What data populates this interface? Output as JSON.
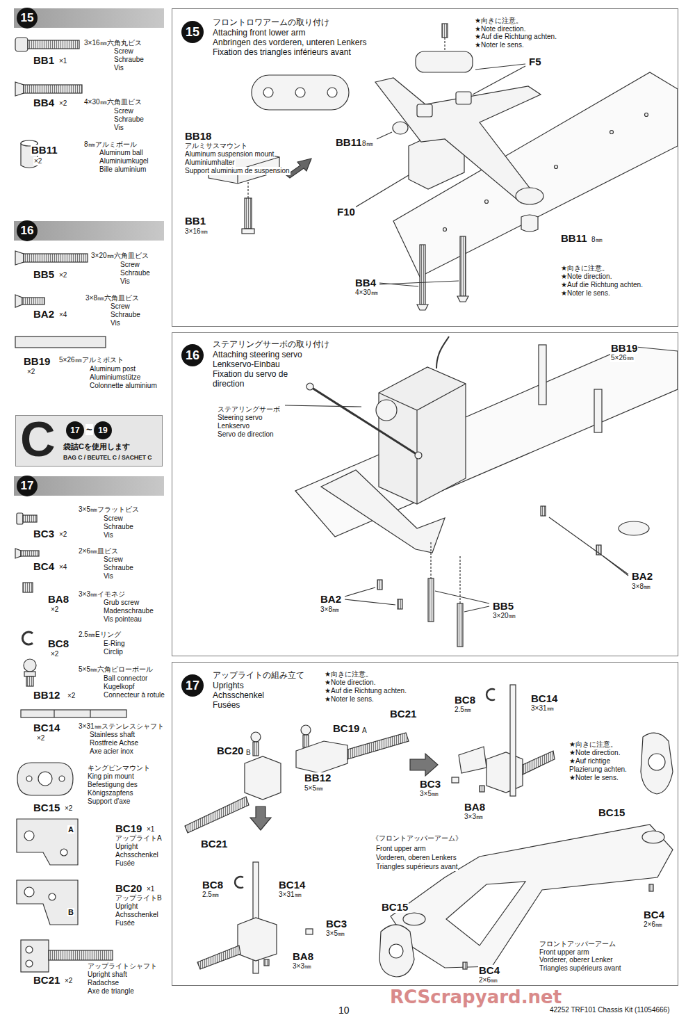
{
  "diagram": {
    "nodes": [
      {
        "text": [
          "15"
        ]
      },
      {
        "text": [
          "フロントロワアームの取り付け",
          "Attaching front lower arm",
          "Anbringen des vorderen, unteren Lenkers",
          "Fixation des triangles inférieurs avant"
        ]
      },
      {
        "text": [
          "15"
        ],
        "in": 1
      },
      {
        "text": [
          "16"
        ]
      },
      {
        "text": [
          "ステアリングサーボの取り付け",
          "Attaching steering servo",
          "Lenkservo-Einbau",
          "Fixation du servo de direction"
        ]
      },
      {
        "text": [
          "16"
        ],
        "in": 4
      },
      {
        "text": [
          "C",
          "袋詰Cを使用します",
          "BAG C / BEUTEL C / SACHET C"
        ]
      },
      {
        "text": [
          "17"
        ],
        "in": 6
      },
      {
        "text": [
          "19"
        ],
        "in": 6
      },
      {
        "text": [
          "17"
        ]
      },
      {
        "text": [
          "アップライトの組み立て",
          "Uprights",
          "Achsschenkel",
          "Fusées"
        ]
      },
      {
        "text": [
          "17"
        ],
        "in": 10
      }
    ],
    "labels": [
      "BB1",
      "×1",
      "3×16㎜六角丸ビス",
      "Screw",
      "Schraube",
      "Vis",
      "BB4",
      "×2",
      "4×30㎜六角皿ビス",
      "Screw",
      "Schraube",
      "Vis",
      "BB11",
      "×2",
      "8㎜アルミボール",
      "Aluminum ball",
      "Aluminiumkugel",
      "Bille aluminium",
      "BB5",
      "×2",
      "3×20㎜六角皿ビス",
      "Screw",
      "Schraube",
      "Vis",
      "BA2",
      "×4",
      "3×8㎜六角皿ビス",
      "Screw",
      "Schraube",
      "Vis",
      "BB19",
      "×2",
      "5×26㎜アルミポスト",
      "Aluminum post",
      "Aluminiumstütze",
      "Colonnette aluminium",
      "~",
      "BC3",
      "×2",
      "3×5㎜フラットビス",
      "Screw",
      "Schraube",
      "Vis",
      "BC4",
      "×4",
      "2×6㎜皿ビス",
      "Screw",
      "Schraube",
      "Vis",
      "BA8",
      "×2",
      "3×3㎜イモネジ",
      "Grub screw",
      "Madenschraube",
      "Vis pointeau",
      "BC8",
      "×2",
      "2.5㎜Eリング",
      "E-Ring",
      "Circlip",
      "BB12",
      "×2",
      "5×5㎜六角ピローボール",
      "Ball connector",
      "Kugelkopf",
      "Connecteur à rotule",
      "BC14",
      "×2",
      "3×31㎜ステンレスシャフト",
      "Stainless shaft",
      "Rostfreie Achse",
      "Axe acier inox",
      "BC15",
      "×2",
      "キングピンマウント",
      "King pin mount",
      "Befestigung des Königszapfens",
      "Support d'axe",
      "A",
      "BC19",
      "×1",
      "アップライトA",
      "Upright",
      "Achsschenkel",
      "Fusée",
      "B",
      "BC20",
      "×1",
      "アップライトB",
      "Upright",
      "Achsschenkel",
      "Fusée",
      "BC21",
      "×2",
      "アップライトシャフト",
      "Upright shaft",
      "Radachse",
      "Axe de triangle",
      "★向きに注意。",
      "★Note direction.",
      "★Auf die Richtung achten.",
      "★Noter le sens.",
      "BB18",
      "アルミサスマウント",
      "Aluminum suspension mount",
      "Aluminiumhalter",
      "Support aluminium de suspension",
      "BB1",
      "3×16㎜",
      "BB11",
      "8㎜",
      "F5",
      "F10",
      "BB11",
      "8㎜",
      "★向きに注意。",
      "★Note direction.",
      "★Auf die Richtung achten.",
      "★Noter le sens.",
      "BB4",
      "4×30㎜",
      "ステアリングサーボ",
      "Steering servo",
      "Lenkservo",
      "Servo de direction",
      "BB19",
      "5×26㎜",
      "BA2",
      "3×8㎜",
      "BA2",
      "3×8㎜",
      "BB5",
      "3×20㎜",
      "★向きに注意。",
      "★Note direction.",
      "★Auf die Richtung achten.",
      "★Noter le sens.",
      "BC21",
      "BC19",
      "A",
      "BC20",
      "B",
      "BB12",
      "5×5㎜",
      "BC21",
      "BC8",
      "2.5㎜",
      "BC14",
      "3×31㎜",
      "BC3",
      "3×5㎜",
      "BA8",
      "3×3㎜",
      "★向きに注意。",
      "★Note direction.",
      "★Auf richtige Plazierung achten.",
      "★Noter le sens.",
      "BC15",
      "《フロントアッパーアーム》",
      "Front upper arm",
      "Vorderen, oberen Lenkers",
      "Triangles supérieurs avant",
      "BC15",
      "BC8",
      "2.5㎜",
      "BC14",
      "3×31㎜",
      "BC3",
      "3×5㎜",
      "BA8",
      "3×3㎜",
      "フロントアッパーアーム",
      "Front upper arm",
      "Vorderer, oberer Lenker",
      "Triangles supérieurs avant",
      "BC4",
      "2×6㎜",
      "BC4",
      "2×6㎜",
      "10",
      "42252 TRF101 Chassis Kit (11054666)",
      "RCScrapyard.net"
    ]
  }
}
